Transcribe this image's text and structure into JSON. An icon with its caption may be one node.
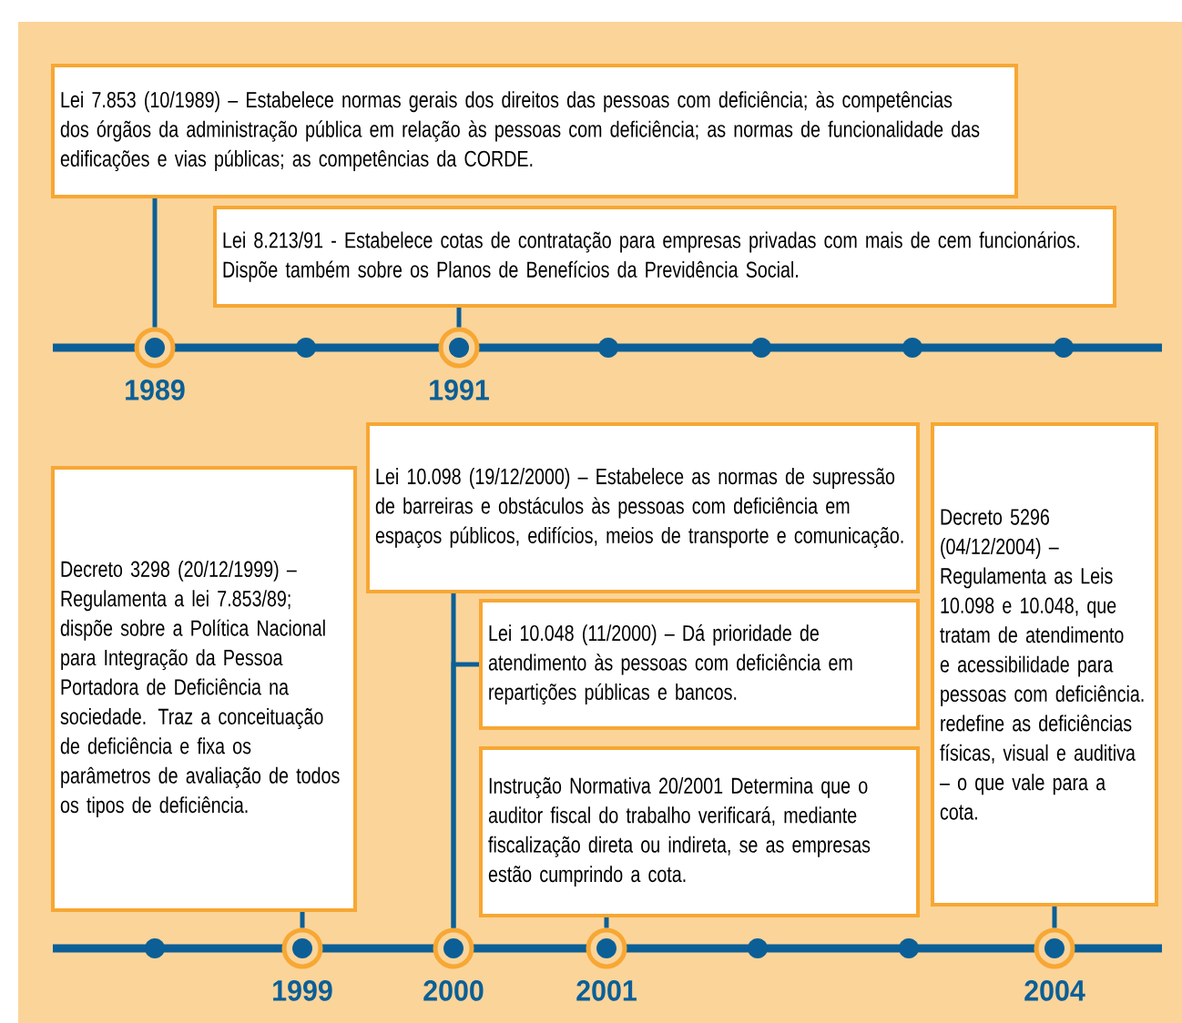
{
  "diagram": {
    "nodes": [
      {
        "text": [
          "Lei 7.853 (10/1989) – Estabelece normas gerais dos direitos das pessoas com deficiência; às competências dos órgãos da administração pública em relação às pessoas com deficiência; as normas de funcionalidade das edificações e vias públicas; as competências da CORDE."
        ]
      },
      {
        "text": [
          "Lei 8.213/91 - Estabelece cotas de contratação para empresas privadas com mais de cem funcionários. Dispõe também sobre os Planos de Benefícios da Previdência Social."
        ]
      },
      {
        "text": [],
        "shape": "circle",
        "beside": [
          "1989"
        ]
      },
      {
        "text": [],
        "shape": "circle",
        "beside": [
          "1991"
        ]
      },
      {
        "text": [
          "Decreto 3298 (20/12/1999) – Regulamenta a lei 7.853/89; dispõe sobre a Política Nacional para Integração da Pessoa Portadora de Deficiência na sociedade. Traz a conceituação de deficiência e fixa os parâmetros de avaliação de todos os tipos de deficiência."
        ]
      },
      {
        "text": [
          "Lei 10.098 (19/12/2000) – Estabelece as normas de supressão de barreiras e obstáculos às pessoas com deficiência em espaços públicos, edifícios, meios de transporte e comunicação."
        ]
      },
      {
        "text": [
          "Lei 10.048 (11/2000) – Dá prioridade de atendimento às pessoas com deficiência em repartições públicas e bancos."
        ]
      },
      {
        "text": [
          "Instrução Normativa 20/2001 Determina que o auditor fiscal do trabalho verificará, mediante fiscalização direta ou indireta, se as empresas estão cumprindo a cota."
        ]
      },
      {
        "text": [
          "Decreto 5296 (04/12/2004) – Regulamenta as Leis 10.098 e 10.048, que tratam de atendimento e acessibilidade para pessoas com deficiência. redefine as deficiências físicas, visual e auditiva – o que vale para a cota."
        ]
      },
      {
        "text": [],
        "shape": "circle",
        "beside": [
          "1999"
        ]
      },
      {
        "text": [],
        "shape": "circle",
        "beside": [
          "2000"
        ]
      },
      {
        "text": [],
        "shape": "circle",
        "beside": [
          "2001"
        ]
      },
      {
        "text": [],
        "shape": "circle",
        "beside": [
          "2004"
        ]
      }
    ],
    "edges": [
      {
        "from": 0,
        "to": 2,
        "arrow": "none"
      },
      {
        "from": 1,
        "to": 3,
        "arrow": "none"
      },
      {
        "from": 4,
        "to": 9,
        "arrow": "none"
      },
      {
        "from": 5,
        "to": 10,
        "arrow": "none"
      },
      {
        "from": 6,
        "to": 10,
        "arrow": "none"
      },
      {
        "from": 7,
        "to": 11,
        "arrow": "none"
      },
      {
        "from": 8,
        "to": 12,
        "arrow": "none"
      }
    ]
  }
}
